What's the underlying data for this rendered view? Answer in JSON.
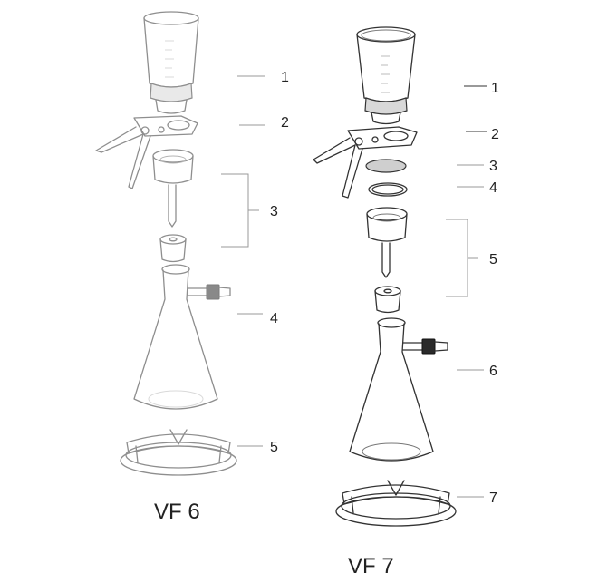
{
  "figures": [
    {
      "caption": "VF 6",
      "labels": [
        "1",
        "2",
        "3",
        "4",
        "5"
      ]
    },
    {
      "caption": "VF 7",
      "labels": [
        "1",
        "2",
        "3",
        "4",
        "5",
        "6",
        "7"
      ]
    }
  ],
  "colors": {
    "ink": "#333333",
    "gray_part": "#d8d8d8",
    "faint_ink": "#bbbbbb"
  }
}
